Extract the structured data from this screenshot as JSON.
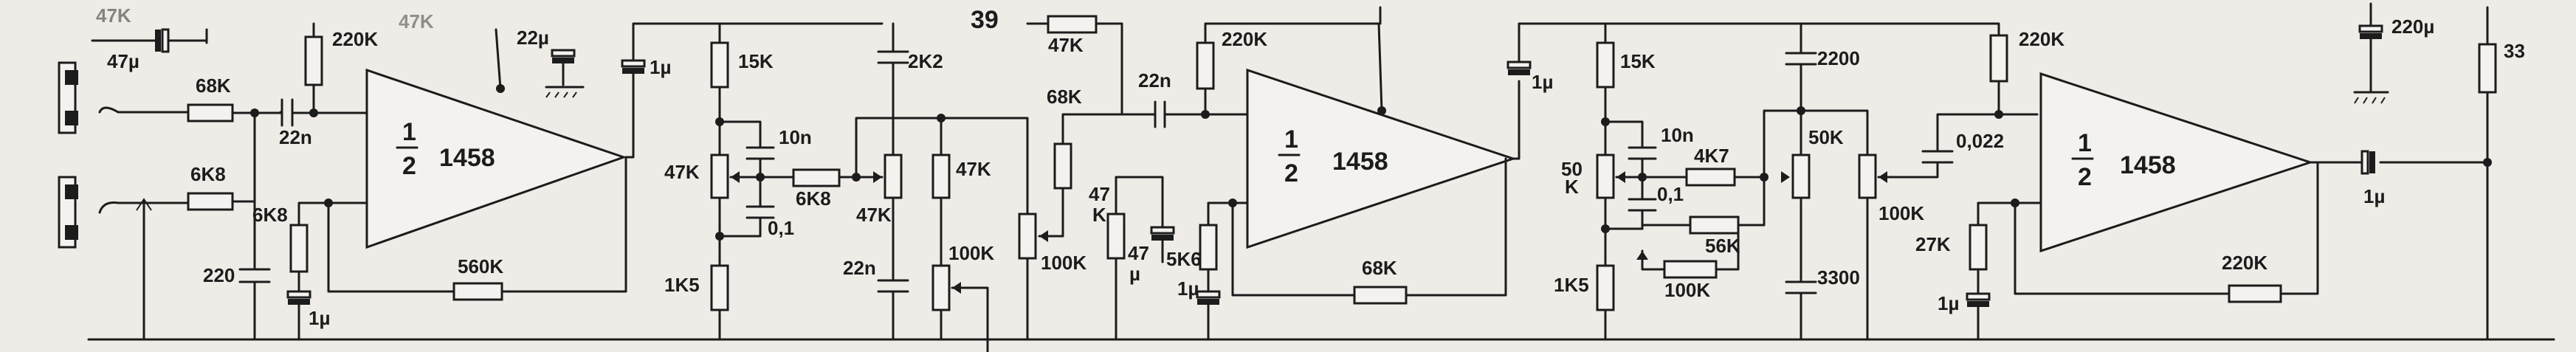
{
  "labels": {
    "top_47k_faint": "47K",
    "c_47u_in": "47µ",
    "r_68k_in": "68K",
    "r_6k8_in": "6K8",
    "r_220k_1": "220K",
    "faint_47k_2": "47K",
    "c_22n_1": "22n",
    "c_22u_1": "22µ",
    "c_1u_1": "1µ",
    "r_6k8_bias": "6K8",
    "c_220": "220",
    "c_1u_2": "1µ",
    "r_560k": "560K",
    "r_15k_1": "15K",
    "c_10n_1": "10n",
    "r_47k_pot1": "47K",
    "r_6k8_mid": "6K8",
    "c_0_1_1": "0,1",
    "r_1k5_1": "1K5",
    "c_2k2": "2K2",
    "r_47k_pot2": "47K",
    "c_22n_2": "22n",
    "r_47k_3": "47K",
    "r_100k_pot1": "100K",
    "page_num": "39",
    "r_47k_top": "47K",
    "r_68k_2": "68K",
    "r_100k_pot2": "100K",
    "r_47k_4": "47",
    "r_47k_4b": "K",
    "c_47u_2": "47",
    "c_47u_2b": "µ",
    "c_22n_3": "22n",
    "r_220k_2": "220K",
    "c_1u_3": "1µ",
    "r_5k6": "5K6",
    "c_1u_4": "1µ",
    "r_68k_3": "68K",
    "r_15k_2": "15K",
    "c_10n_2": "10n",
    "r_50k_pot1a": "50",
    "r_50k_pot1b": "K",
    "r_4k7": "4K7",
    "c_0_1_2": "0,1",
    "r_56k": "56K",
    "r_100k_pot3": "100K",
    "r_1k5_2": "1K5",
    "c_2200": "2200",
    "r_50k_pot2": "50K",
    "c_3300": "3300",
    "r_100k_pot4": "100K",
    "c_0_022": "0,022",
    "r_220k_3": "220K",
    "r_27k": "27K",
    "c_1u_5": "1µ",
    "c_220u": "220µ",
    "r_33": "33",
    "c_1u_6": "1µ",
    "r_220k_4": "220K"
  },
  "opamps": [
    {
      "fraction_num": "1",
      "fraction_den": "2",
      "part": "1458"
    },
    {
      "fraction_num": "1",
      "fraction_den": "2",
      "part": "1458"
    },
    {
      "fraction_num": "1",
      "fraction_den": "2",
      "part": "1458"
    }
  ]
}
